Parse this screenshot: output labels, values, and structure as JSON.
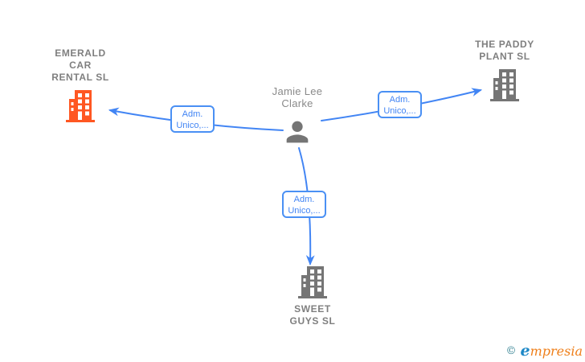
{
  "colors": {
    "accent_blue": "#4285F4",
    "edge_border_blue": "#4a90f4",
    "icon_gray": "#757575",
    "building_orange": "#FF5722",
    "company_text_gray": "#7f7f7f",
    "person_text_gray": "#8a8a8a",
    "brand_teal": "#2E7E8F",
    "brand_blue": "#1E88C7",
    "brand_orange": "#EF7F1A"
  },
  "person": {
    "name": "Jamie Lee Clarke",
    "line1": "Jamie Lee",
    "line2": "Clarke",
    "icon": "person-icon"
  },
  "companies": [
    {
      "name": "EMERALD CAR RENTAL SL",
      "lines": [
        "EMERALD",
        "CAR",
        "RENTAL SL"
      ],
      "icon": "building-icon",
      "icon_color": "#FF5722"
    },
    {
      "name": "THE PADDY PLANT SL",
      "lines": [
        "THE PADDY",
        "PLANT SL"
      ],
      "icon": "building-icon",
      "icon_color": "#757575"
    },
    {
      "name": "SWEET GUYS SL",
      "lines": [
        "SWEET",
        "GUYS SL"
      ],
      "icon": "building-icon",
      "icon_color": "#757575"
    }
  ],
  "edges": [
    {
      "from": "Jamie Lee Clarke",
      "to": "EMERALD CAR RENTAL SL",
      "label": "Adm. Unico,...",
      "label_line1": "Adm.",
      "label_line2": "Unico,..."
    },
    {
      "from": "Jamie Lee Clarke",
      "to": "THE PADDY PLANT SL",
      "label": "Adm. Unico,...",
      "label_line1": "Adm.",
      "label_line2": "Unico,..."
    },
    {
      "from": "Jamie Lee Clarke",
      "to": "SWEET GUYS SL",
      "label": "Adm. Unico,...",
      "label_line1": "Adm.",
      "label_line2": "Unico,..."
    }
  ],
  "watermark": {
    "symbol": "©",
    "brand_e": "e",
    "brand_rest": "mpresia",
    "brand": "empresia"
  }
}
